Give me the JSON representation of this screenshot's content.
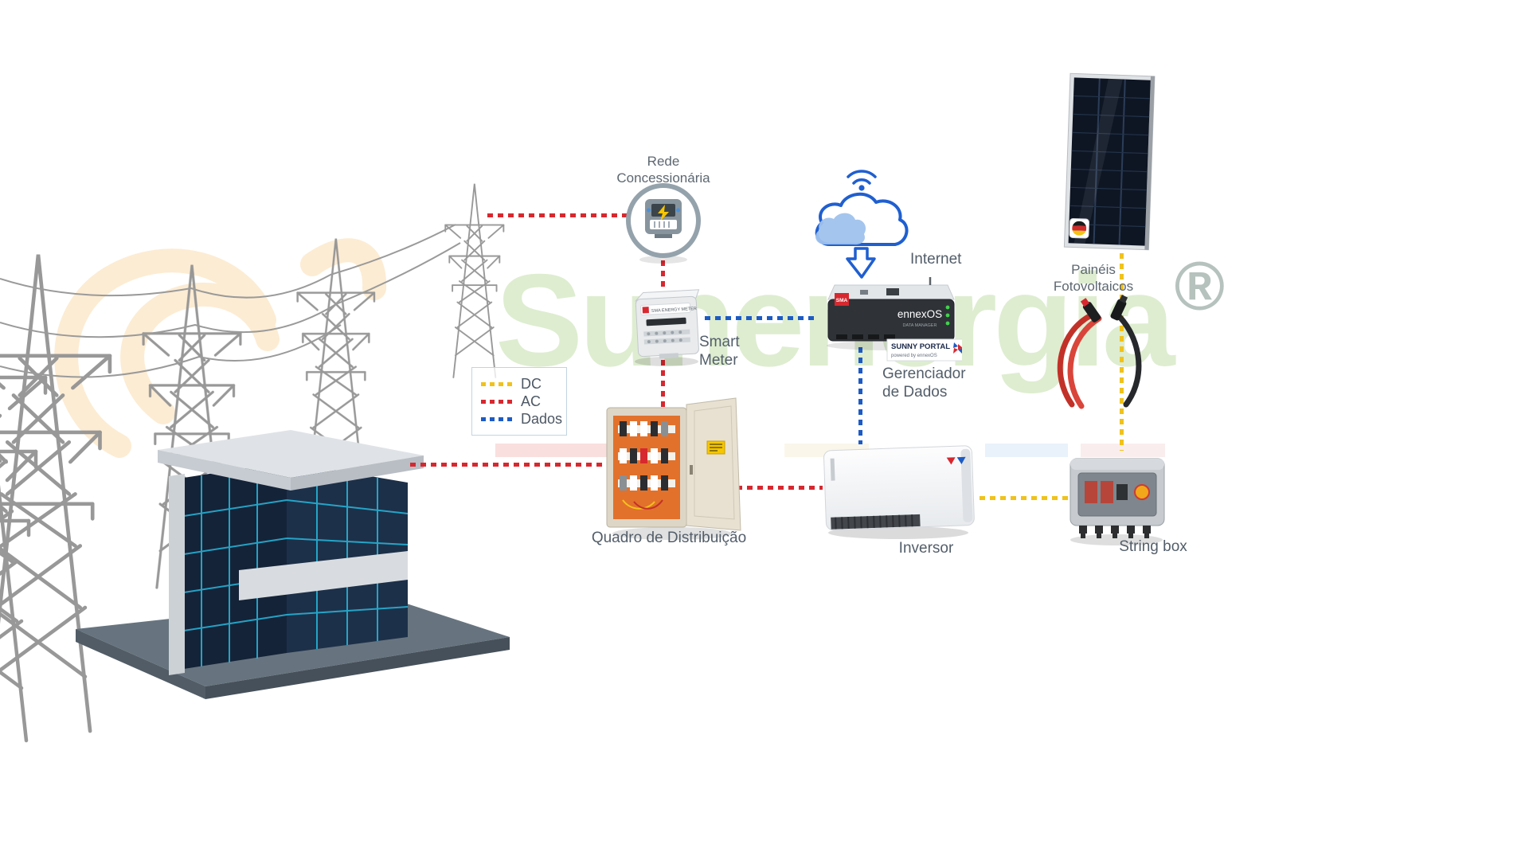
{
  "watermark": {
    "brand": "Sunenergia",
    "registered": "®",
    "brand_color": "#80b84a",
    "swirl_color": "#f5a32a"
  },
  "legend": {
    "items": [
      {
        "id": "dc",
        "label": "DC",
        "color": "#f0c21b"
      },
      {
        "id": "ac",
        "label": "AC",
        "color": "#d7282f"
      },
      {
        "id": "dados",
        "label": "Dados",
        "color": "#1d5bc4"
      }
    ]
  },
  "nodes": {
    "grid": {
      "label1": "Rede",
      "label2": "Concessionária"
    },
    "smart_meter": {
      "label1": "Smart",
      "label2": "Meter",
      "device_text": "SMA ENERGY METER"
    },
    "internet": {
      "label": "Internet"
    },
    "data_manager": {
      "label1": "Gerenciador",
      "label2": "de Dados",
      "brand": "SMA",
      "os": "ennexOS",
      "device_type": "DATA MANAGER",
      "portal": "SUNNY PORTAL",
      "portal_sub": "powered by ennexOS"
    },
    "distribution_board": {
      "label": "Quadro de Distribuição"
    },
    "inverter": {
      "label": "Inversor"
    },
    "string_box": {
      "label": "String box"
    },
    "pv_panels": {
      "label1": "Painéis",
      "label2": "Fotovoltaicos"
    }
  },
  "connections": [
    {
      "from": "rede-eletrica",
      "to": "rede-concessionaria",
      "type": "AC"
    },
    {
      "from": "rede-concessionaria",
      "to": "smart-meter",
      "type": "AC"
    },
    {
      "from": "smart-meter",
      "to": "quadro-distribuicao",
      "type": "AC"
    },
    {
      "from": "edificio",
      "to": "quadro-distribuicao",
      "type": "AC"
    },
    {
      "from": "quadro-distribuicao",
      "to": "inversor",
      "type": "AC"
    },
    {
      "from": "smart-meter",
      "to": "gerenciador-dados",
      "type": "Dados"
    },
    {
      "from": "internet",
      "to": "gerenciador-dados",
      "type": "Dados"
    },
    {
      "from": "gerenciador-dados",
      "to": "inversor",
      "type": "Dados"
    },
    {
      "from": "inversor",
      "to": "string-box",
      "type": "DC"
    },
    {
      "from": "string-box",
      "to": "paineis-fotovoltaicos",
      "type": "DC"
    }
  ]
}
